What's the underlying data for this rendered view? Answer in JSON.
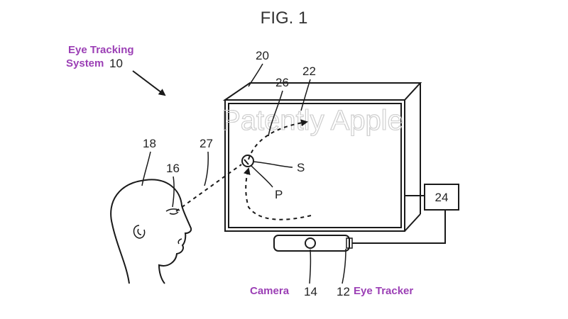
{
  "figure": {
    "title": "FIG. 1",
    "watermark": "Patently Apple",
    "callouts": {
      "system": [
        "Eye Tracking",
        "System"
      ],
      "camera": "Camera",
      "eye_tracker": "Eye Tracker"
    },
    "refs": {
      "system": "10",
      "camera": "14",
      "eye_tracker": "12",
      "display": "20",
      "screen": "22",
      "path": "26",
      "gaze": "27",
      "head": "18",
      "eye": "16",
      "processor": "24",
      "s_label": "S",
      "p_label": "P"
    },
    "colors": {
      "callout": "#9b3fb5",
      "line": "#1a1a1a"
    }
  }
}
